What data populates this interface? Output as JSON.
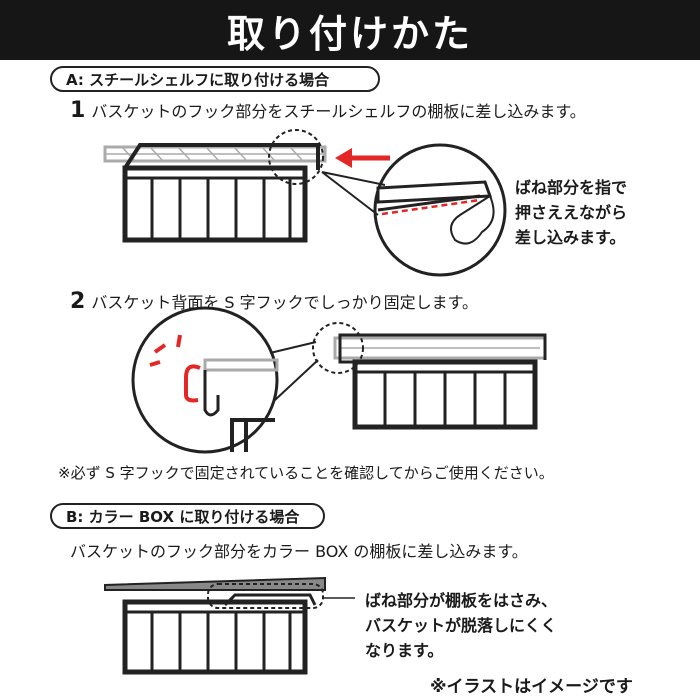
{
  "title": "取り付けかた",
  "section_a": {
    "label": "A: スチールシェルフに取り付ける場合",
    "step1_num": "1",
    "step1_text": "バスケットのフック部分をスチールシェルフの棚板に差し込みます。",
    "callout1": "ばね部分を指で\n押さええながら\n差し込みます。",
    "step2_num": "2",
    "step2_text": "バスケット背面を S 字フックでしっかり固定します。",
    "note": "※必ず S 字フックで固定されていることを確認してからご使用ください。"
  },
  "section_b": {
    "label": "B: カラー BOX に取り付ける場合",
    "text": "バスケットのフック部分をカラー BOX の棚板に差し込みます。",
    "callout": "ばね部分が棚板をはさみ、\nバスケットが脱落しにくく\nなります。"
  },
  "footer_note": "※イラストはイメージです",
  "colors": {
    "accent": "#e32626",
    "dark": "#161616",
    "shelf_gray": "#aaaaaa"
  }
}
